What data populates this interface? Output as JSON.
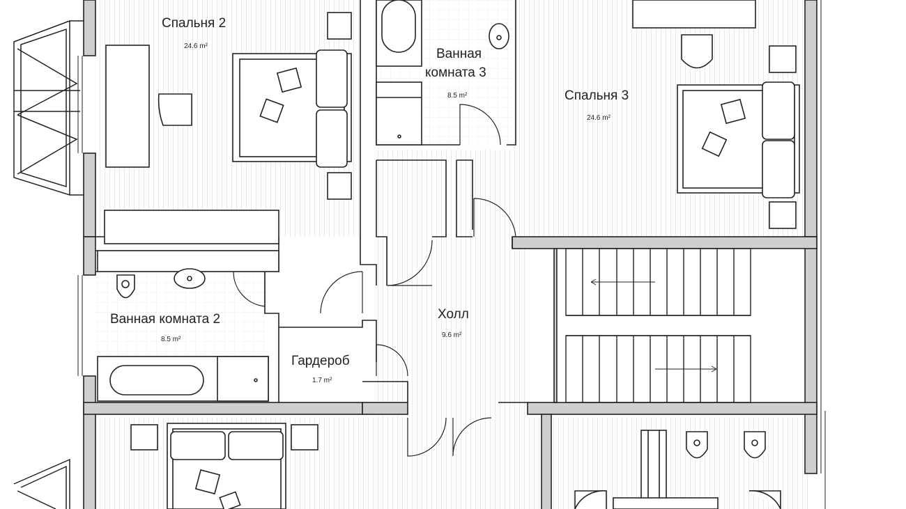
{
  "plan": {
    "rooms": [
      {
        "id": "bedroom-2",
        "name": "Спальня 2",
        "area": "24.6 m²"
      },
      {
        "id": "bathroom-3",
        "name_line1": "Ванная",
        "name_line2": "комната 3",
        "area": "8.5 m²"
      },
      {
        "id": "bedroom-3",
        "name": "Спальня 3",
        "area": "24.6 m²"
      },
      {
        "id": "hall",
        "name": "Холл",
        "area": "9.6 m²"
      },
      {
        "id": "bathroom-2",
        "name": "Ванная комната 2",
        "area": "8.5 m²"
      },
      {
        "id": "wardrobe",
        "name": "Гардероб",
        "area": "1.7 m²"
      }
    ],
    "colors": {
      "wall_fill": "#cfcfcf",
      "line": "#222222",
      "hatch": "#e6e6e6"
    }
  }
}
